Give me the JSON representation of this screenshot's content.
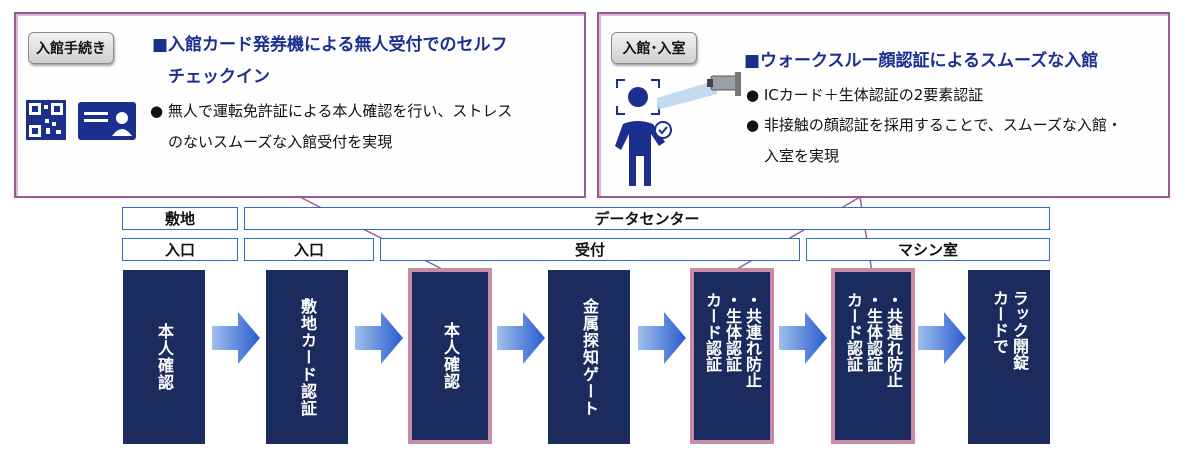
{
  "left_panel": {
    "badge": "入館手続き",
    "heading_line1": "■入館カード発券機による無人受付でのセルフ",
    "heading_line2": "チェックイン",
    "bullet_line1": "● 無人で運転免許証による本人確認を行い、ストレス",
    "bullet_line2": "のないスムーズな入館受付を実現"
  },
  "right_panel": {
    "badge": "入館･入室",
    "heading": "■ウォークスルー顔認証によるスムーズな入館",
    "bullet1": "● ICカード＋生体認証の2要素認証",
    "bullet2_line1": "● 非接触の顔認証を採用することで、スムーズな入館・",
    "bullet2_line2": "入室を実現"
  },
  "header_row1": {
    "site": "敷地",
    "datacenter": "データセンター"
  },
  "header_row2": {
    "entrance1": "入口",
    "entrance2": "入口",
    "reception": "受付",
    "machine_room": "マシン室"
  },
  "steps": [
    {
      "label": "本人確認",
      "highlighted": false
    },
    {
      "label": "敷地カード認証",
      "highlighted": false
    },
    {
      "label": "本人確認",
      "highlighted": true
    },
    {
      "label": "金属探知ゲート",
      "highlighted": false
    },
    {
      "label_lines": [
        "カード認証",
        "・生体認証",
        "・共連れ防止"
      ],
      "highlighted": true
    },
    {
      "label_lines": [
        "カード認証",
        "・生体認証",
        "・共連れ防止"
      ],
      "highlighted": true
    },
    {
      "label_lines": [
        "カードで",
        "ラック開錠"
      ],
      "highlighted": false
    }
  ],
  "colors": {
    "step_fill": "#1b2b5e",
    "highlight_border": "#c98aa4",
    "panel_border": "#9b5a94",
    "heading_text": "#1b2f8f",
    "header_border": "#2f6cc4"
  },
  "icons": [
    "qr-code-icon",
    "id-card-icon",
    "person-face-scan-icon",
    "security-camera-icon",
    "right-arrow-icon"
  ]
}
